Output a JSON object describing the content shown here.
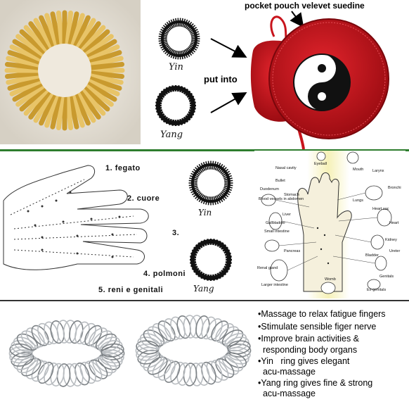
{
  "pouch_label": "pocket pouch velevet suedine",
  "put_into_label": "put into",
  "yin_label": "Yin",
  "yang_label": "Yang",
  "hand_points": [
    "1.  fegato",
    "2.  cuore",
    "3.",
    "4.  polmoni",
    "5.  reni  e  genitali"
  ],
  "organ_labels": [
    "Nasal cavity",
    "Eyeball",
    "Mouth",
    "Larynx",
    "Bullet",
    "Duodenum",
    "Stomach",
    "Blood vessels in abdomen",
    "Lungs",
    "Bronchi",
    "Heart sac",
    "Liver",
    "Gallbladder",
    "Small intestine",
    "Heart",
    "Kidney",
    "Pancreas",
    "Bladder",
    "Ureter",
    "Renal gland",
    "Genitals",
    "Larger intestine",
    "Womb",
    "Ex-genitals"
  ],
  "features": [
    "•Massage to relax fatigue fingers",
    "•Stimulate sensible figer nerve",
    "•Improve brain activities &",
    "  responding body organs",
    "•Yin   ring gives elegant",
    "  acu-massage",
    "•Yang ring gives fine & strong",
    "  acu-massage"
  ],
  "colors": {
    "divider_green": "#2e7d2e",
    "pouch_red": "#c8141c",
    "gold": "#d4a93a",
    "silver": "#b8bcc0"
  }
}
